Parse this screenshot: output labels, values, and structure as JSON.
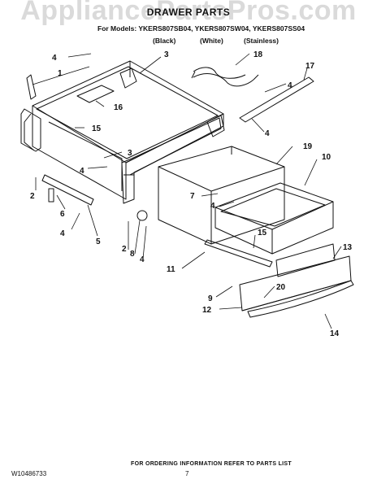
{
  "watermark": "AppliancePartsPros.com",
  "header": {
    "title": "DRAWER PARTS",
    "models_line": "For Models: YKERS807SB04, YKERS807SW04, YKERS807SS04",
    "variants": [
      "(Black)",
      "(White)",
      "(Stainless)"
    ]
  },
  "callouts": [
    "4",
    "1",
    "3",
    "18",
    "17",
    "4",
    "16",
    "15",
    "3",
    "4",
    "4",
    "19",
    "10",
    "2",
    "7",
    "4",
    "6",
    "4",
    "5",
    "15",
    "2",
    "8",
    "4",
    "11",
    "13",
    "9",
    "20",
    "12",
    "14"
  ],
  "footer": {
    "order_info": "FOR ORDERING INFORMATION REFER TO PARTS LIST",
    "doc_number": "W10486733",
    "page_number": "7"
  }
}
